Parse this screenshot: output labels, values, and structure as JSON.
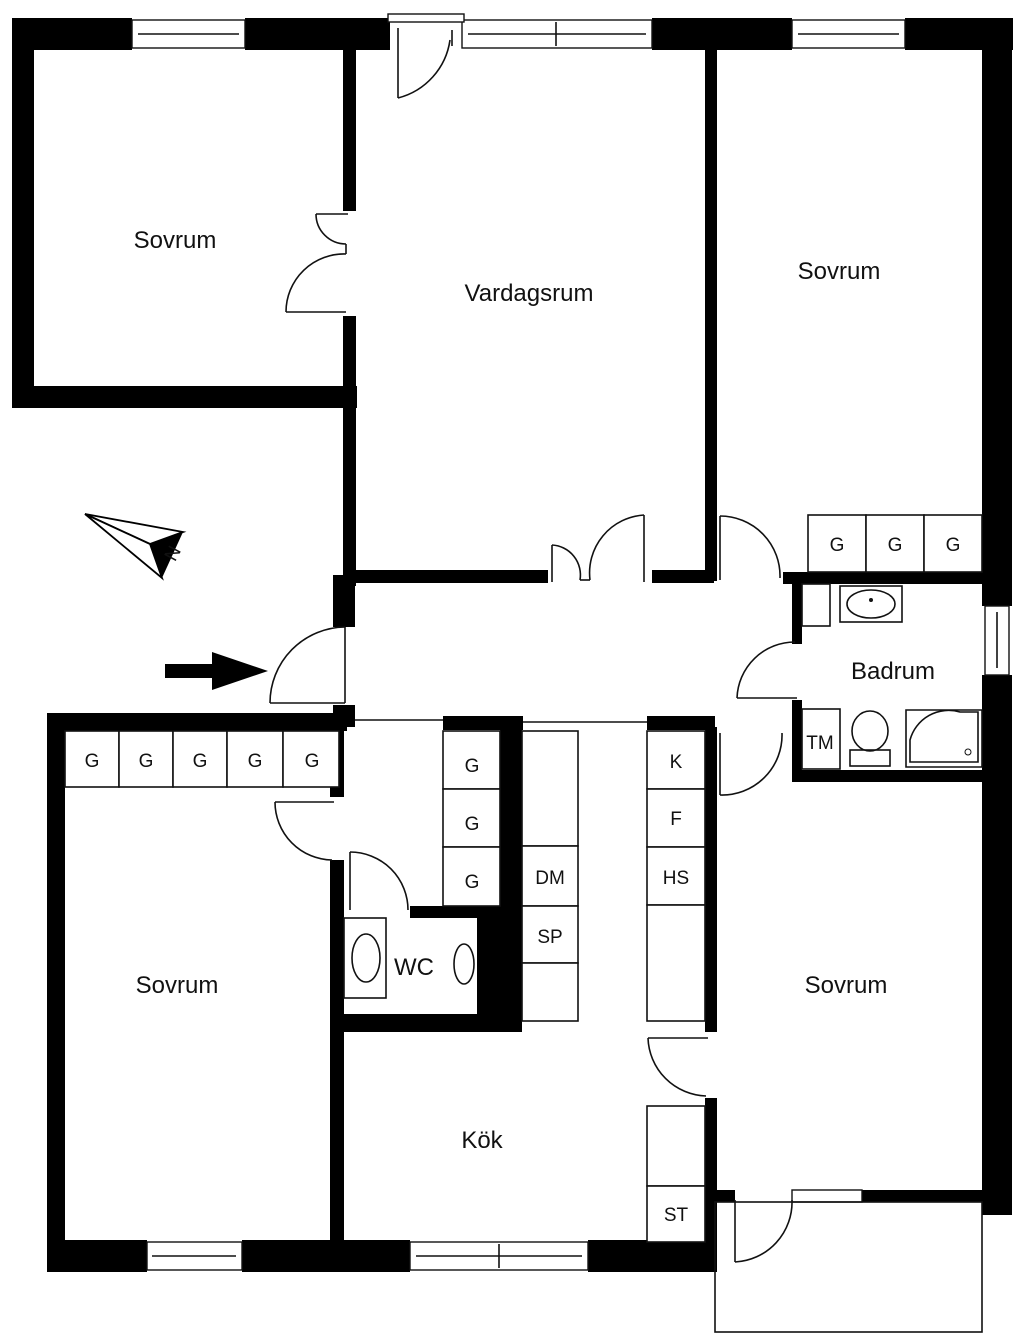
{
  "rooms": {
    "sovrum_nw": "Sovrum",
    "vardagsrum": "Vardagsrum",
    "sovrum_ne": "Sovrum",
    "badrum": "Badrum",
    "sovrum_sw": "Sovrum",
    "wc": "WC",
    "kok": "Kök",
    "sovrum_se": "Sovrum"
  },
  "fixtures": {
    "g": "G",
    "tm": "TM",
    "dm": "DM",
    "sp": "SP",
    "k": "K",
    "f": "F",
    "hs": "HS",
    "st": "ST"
  },
  "compass": {
    "north": "N"
  },
  "icons": {
    "entrance": "entrance-arrow-icon",
    "compass": "north-compass-icon"
  }
}
